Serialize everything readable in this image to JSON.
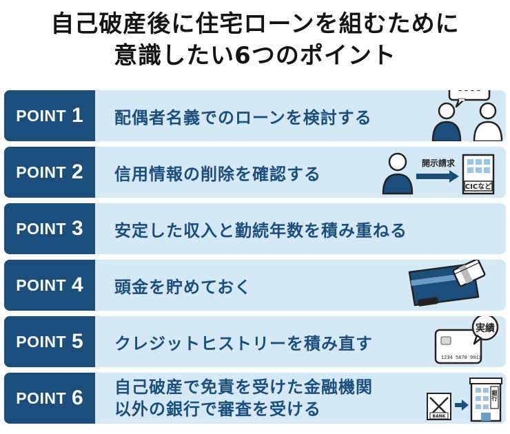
{
  "title": {
    "line1": "自己破産後に住宅ローンを組むために",
    "line2": "意識したい6つのポイント"
  },
  "badge_word": "POINT",
  "points": [
    {
      "num": "1",
      "text": "配偶者名義でのローンを検討する",
      "icon": "two-people-speech-bubble-icon",
      "bubble": "----"
    },
    {
      "num": "2",
      "text": "信用情報の削除を確認する",
      "icon": "disclosure-request-icon",
      "arrow_label": "開示請求",
      "building_label": "CICなど"
    },
    {
      "num": "3",
      "text": "安定した収入と勤続年数を積み重ねる"
    },
    {
      "num": "4",
      "text": "頭金を貯めておく",
      "icon": "bankbook-and-cash-icon"
    },
    {
      "num": "5",
      "text": "クレジットヒストリーを積み直す",
      "icon": "credit-card-icon",
      "card_number": "1234 5678 9012",
      "bubble": "実績"
    },
    {
      "num": "6",
      "text_line1": "自己破産で免責を受けた金融機関",
      "text_line2": "以外の銀行で審査を受ける",
      "icon": "bank-switch-icon",
      "old_bank_label": "BANK",
      "new_bank_label": "銀行"
    }
  ],
  "colors": {
    "navy": "#1c4e7b",
    "light_blue": "#d5e8f5",
    "title": "#141414"
  }
}
